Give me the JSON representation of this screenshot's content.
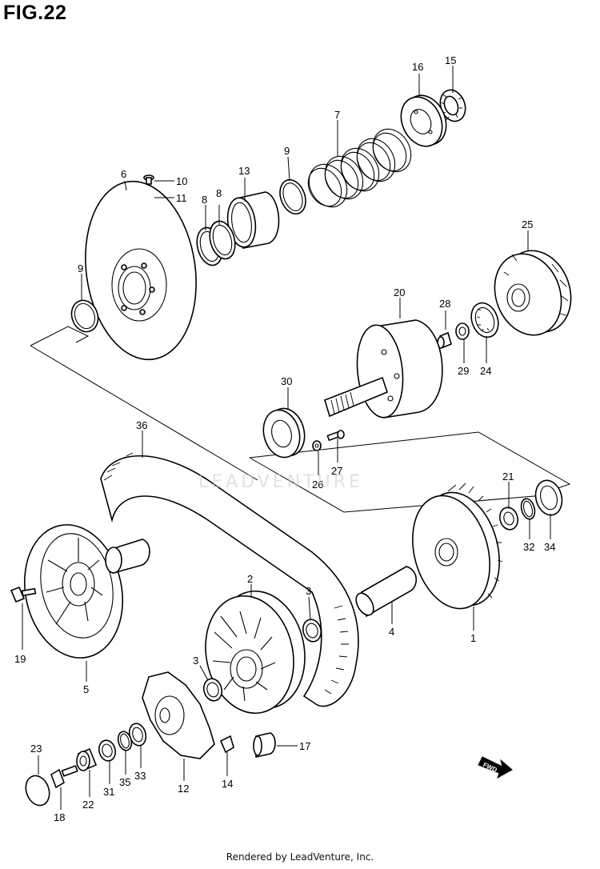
{
  "figure": {
    "title": "FIG.22",
    "watermark": "LEADVENTURE",
    "footer": "Rendered by LeadVenture, Inc.",
    "direction_badge": "FWD"
  },
  "callouts": {
    "c1": "1",
    "c2": "2",
    "c3a": "3",
    "c3b": "3",
    "c4": "4",
    "c5": "5",
    "c6": "6",
    "c7": "7",
    "c8a": "8",
    "c8b": "8",
    "c9a": "9",
    "c9b": "9",
    "c10": "10",
    "c11": "11",
    "c12": "12",
    "c13": "13",
    "c14": "14",
    "c15": "15",
    "c16": "16",
    "c17": "17",
    "c18": "18",
    "c19": "19",
    "c20": "20",
    "c21": "21",
    "c22": "22",
    "c23": "23",
    "c24": "24",
    "c25": "25",
    "c26": "26",
    "c27": "27",
    "c28": "28",
    "c29": "29",
    "c30": "30",
    "c31": "31",
    "c32": "32",
    "c33": "33",
    "c34": "34",
    "c35": "35",
    "c36": "36"
  }
}
